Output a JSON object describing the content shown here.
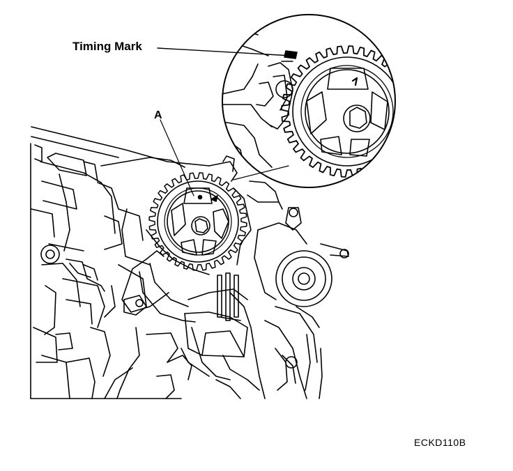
{
  "labels": {
    "timing_mark": "Timing Mark",
    "part_a": "A",
    "figure_code": "ECKD110B"
  },
  "colors": {
    "ink": "#000000",
    "paper": "#ffffff"
  }
}
